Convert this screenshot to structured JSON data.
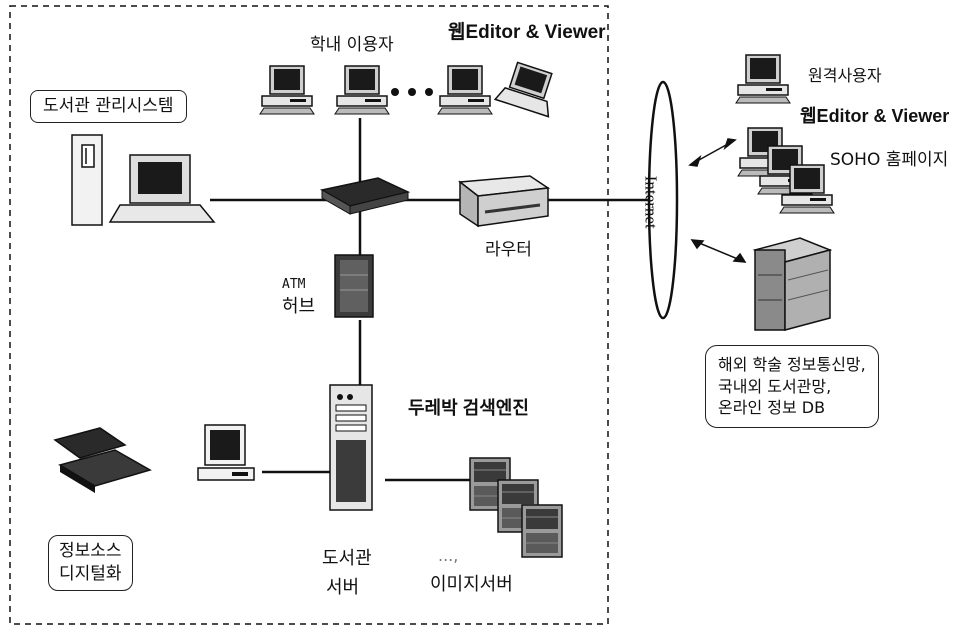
{
  "labels": {
    "campus_users": "학내 이용자",
    "web_editor_viewer": "웹Editor & Viewer",
    "library_management_system": "도서관 관리시스템",
    "router": "라우터",
    "atm": "ATM",
    "hub": "허브",
    "search_engine": "두레박 검색엔진",
    "library_server_line1": "도서관",
    "library_server_line2": "서버",
    "image_server_line1": "...,",
    "image_server_line2": "이미지서버",
    "digitization_line1": "정보소스",
    "digitization_line2": "디지털화",
    "remote_users": "원격사용자",
    "remote_web_editor_viewer": "웹Editor & Viewer",
    "soho_homepage": "SOHO 홈페이지",
    "internet": "Internet",
    "external_line1": "해외 학술 정보통신망,",
    "external_line2": "국내외 도서관망,",
    "external_line3": "온라인 정보 DB"
  },
  "colors": {
    "line": "#111111",
    "device_body": "#d9d9d9",
    "device_dark": "#2a2a2a",
    "screen": "#1a1a1a"
  },
  "icons": {
    "pc": "desktop-computer-icon",
    "laptop": "laptop-icon",
    "router": "router-icon",
    "hub": "atm-hub-icon",
    "server": "server-tower-icon",
    "scanner": "scanner-icon",
    "rack": "server-rack-icon"
  }
}
